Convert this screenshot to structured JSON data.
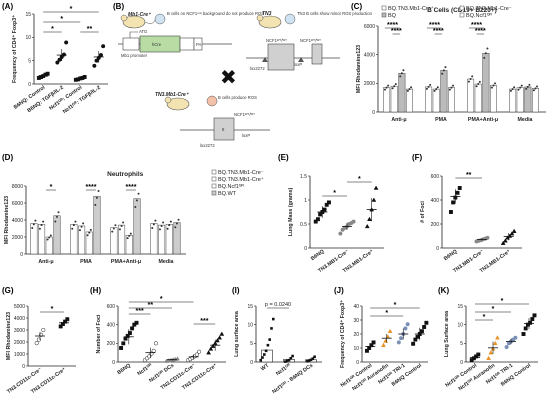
{
  "panel_labels": {
    "A": "(A)",
    "B": "(B)",
    "C": "(C)",
    "D": "(D)",
    "E": "(E)",
    "F": "(F)",
    "G": "(G)",
    "H": "(H)",
    "I": "(I)",
    "J": "(J)",
    "K": "(K)"
  },
  "colors": {
    "black": "#111111",
    "purple": "#6a3d9a",
    "orange": "#e6942a",
    "blue_gray": "#7a8fb5",
    "gray": "#8c8c8c",
    "gray_light": "#d8d8d8",
    "schematic_green": "#b8dca4"
  },
  "schematic": {
    "mouse1": "Mb1-Cre⁺",
    "mouse1_note": "B cells on NCF1ᵐ¹ʲ background do not produce ROS",
    "mouse2": "TN3",
    "mouse2_note": "TN3 B cells show minor ROS production",
    "mouse3": "TN3.Mb1-Cre⁺",
    "mouse3_note": "B cells produce ROS",
    "mb1_promoter": "Mb1 promoter",
    "atg": "ATG",
    "cre": "hCre",
    "ires": "IRES",
    "pa": "PA",
    "ncf1_label": "NCF1ᵂᵀ/ᵂᵀ",
    "ncf1_label2": "NCF1ᵂᵀ/ᵂᵀ",
    "lox1": "lox2272",
    "lox2": "loxP",
    "lox3": "lox2272",
    "lox4": "loxP",
    "exon": "8",
    "cross": "✖"
  },
  "chart_data": [
    {
      "id": "A",
      "type": "scatter",
      "ylabel": "Frequency of CD4⁺ Foxp3⁺",
      "ylim": [
        0,
        15
      ],
      "yticks": [
        0,
        5,
        10,
        15
      ],
      "categories": [
        "B6NQ: Control",
        "B6NQ: TGFβ/IL-2",
        "Ncf1ᴳᴿ: Control",
        "Ncf1ᴳᴿ: TGFβ/IL-2"
      ],
      "values": [
        [
          1.3,
          1.5,
          1.7,
          2.0,
          2.2
        ],
        [
          4.6,
          5.2,
          5.8,
          6.3,
          8.9
        ],
        [
          0.9,
          1.0,
          1.2,
          1.3,
          1.5
        ],
        [
          3.9,
          5.0,
          5.6,
          6.2,
          8.1
        ]
      ],
      "means": [
        1.7,
        6.2,
        1.2,
        5.8
      ],
      "significance": [
        "*",
        "*",
        "*",
        "**"
      ]
    },
    {
      "id": "C",
      "type": "bar",
      "title": "B Cells (CD19+ B220+)",
      "ylabel": "MFI Rhodamine123",
      "ylim": [
        0,
        6000
      ],
      "yticks": [
        0,
        2000,
        4000,
        6000
      ],
      "categories": [
        "Anti-μ",
        "PMA",
        "PMA+Anti-μ",
        "Media"
      ],
      "series": [
        {
          "name": "BQ.TN3.Mb1-Cre⁺",
          "values": [
            1700,
            1750,
            2300,
            1600
          ]
        },
        {
          "name": "BQ.TN3.Mb1-Cre⁻",
          "values": [
            1800,
            1600,
            1950,
            1700
          ]
        },
        {
          "name": "BQ",
          "values": [
            2700,
            2900,
            4100,
            1750
          ]
        },
        {
          "name": "BQ.Ncf1ᴳᴿ",
          "values": [
            1600,
            1700,
            1850,
            1650
          ]
        }
      ],
      "significance": [
        "****",
        "****",
        "****",
        "****",
        "****",
        "****"
      ]
    },
    {
      "id": "D",
      "type": "bar",
      "title": "Neutrophils",
      "ylabel": "MFI Rhodamine123",
      "ylim": [
        0,
        8000
      ],
      "yticks": [
        0,
        2000,
        4000,
        6000,
        8000
      ],
      "categories": [
        "Anti-μ",
        "PMA",
        "PMA+Anti-μ",
        "Media"
      ],
      "series": [
        {
          "name": "BQ.TN3.Mb1-Cre⁻",
          "values": [
            3600,
            3500,
            3100,
            3600
          ]
        },
        {
          "name": "BQ.TN3.Mb1-Cre⁺",
          "values": [
            3500,
            3300,
            3400,
            3400
          ]
        },
        {
          "name": "BQ.Ncf1ᴳᴿ",
          "values": [
            2000,
            2600,
            2200,
            3500
          ]
        },
        {
          "name": "BQ.WT",
          "values": [
            4500,
            6800,
            6500,
            3700
          ]
        }
      ],
      "significance": [
        "*",
        "****",
        "****"
      ]
    },
    {
      "id": "E",
      "type": "scatter",
      "ylabel": "Lung Mass (grams)",
      "ylim": [
        0.0,
        1.5
      ],
      "yticks": [
        0.0,
        0.5,
        1.0,
        1.5
      ],
      "categories": [
        "B6NQ",
        "TN3.MB1-Cre⁻",
        "TN3.MB1-Cre⁺"
      ],
      "values": [
        [
          0.55,
          0.6,
          0.7,
          0.75,
          0.8,
          0.9,
          0.95
        ],
        [
          0.3,
          0.38,
          0.42,
          0.45,
          0.5,
          0.52,
          0.55
        ],
        [
          0.45,
          0.6,
          0.8,
          1.0,
          1.25
        ]
      ],
      "means": [
        0.75,
        0.45,
        0.8
      ],
      "significance": [
        "*",
        "*"
      ]
    },
    {
      "id": "F",
      "type": "scatter",
      "ylabel": "# of Foci",
      "ylim": [
        0,
        600
      ],
      "yticks": [
        0,
        200,
        400,
        600
      ],
      "categories": [
        "B6NQ",
        "TN3.MB1-Cre⁻",
        "TN3.MB1-Cre⁺"
      ],
      "values": [
        [
          300,
          380,
          420,
          460,
          500
        ],
        [
          55,
          60,
          65,
          72,
          78,
          85
        ],
        [
          40,
          60,
          85,
          100,
          120,
          140
        ]
      ],
      "means": [
        430,
        70,
        95
      ],
      "significance": [
        "**"
      ]
    },
    {
      "id": "G",
      "type": "scatter",
      "ylabel": "MFI Rhodamine123",
      "ylim": [
        0,
        5000
      ],
      "yticks": [
        0,
        1000,
        2000,
        3000,
        4000,
        5000
      ],
      "categories": [
        "TN3.CD11c-Cre⁻",
        "TN3.CD11c-Cre⁺"
      ],
      "values": [
        [
          1900,
          2200,
          2600,
          3000
        ],
        [
          3300,
          3500,
          3700,
          3900
        ]
      ],
      "means": [
        2500,
        3600
      ],
      "significance": [
        "*"
      ]
    },
    {
      "id": "H",
      "type": "scatter",
      "ylabel": "Number of Foci",
      "ylim": [
        0,
        600
      ],
      "yticks": [
        0,
        200,
        400,
        600
      ],
      "categories": [
        "B6NQ",
        "Ncf1ᴳᴿ",
        "Ncf1ᴳᴿ DCs",
        "TN3.CD11c-Cre⁻",
        "TN3.CD11c-Cre⁺"
      ],
      "values": [
        [
          150,
          200,
          250,
          280,
          310,
          360,
          400,
          420
        ],
        [
          20,
          40,
          60,
          90,
          120,
          200
        ],
        [
          10,
          15,
          20,
          25,
          30,
          35
        ],
        [
          20,
          30,
          45,
          60,
          80,
          110
        ],
        [
          100,
          140,
          170,
          200,
          230,
          260,
          300
        ]
      ],
      "means": [
        270,
        100,
        25,
        55,
        180
      ],
      "significance": [
        "*",
        "**",
        "***",
        "***"
      ]
    },
    {
      "id": "I",
      "type": "bar",
      "ylabel": "Lung surface area",
      "ylim": [
        0,
        15
      ],
      "yticks": [
        0,
        5,
        10,
        15
      ],
      "categories": [
        "WT",
        "Ncf1ᴳᴿ",
        "Ncf1ᴳᴿ - B6NQ DCs"
      ],
      "values": [
        3.2,
        0.7,
        0.6
      ],
      "points": [
        [
          0.5,
          1.2,
          2.0,
          3.0,
          4.5,
          6.0,
          9.0,
          11.5
        ],
        [
          0.1,
          0.3,
          0.5,
          1.0,
          1.6
        ],
        [
          0.2,
          0.4,
          0.6,
          0.9,
          1.4
        ]
      ],
      "annotation": "p = 0.0240"
    },
    {
      "id": "J",
      "type": "scatter",
      "ylabel": "Frequency of CD4⁺ Foxp3⁺",
      "ylim": [
        0,
        40
      ],
      "yticks": [
        0,
        10,
        20,
        30,
        40
      ],
      "categories": [
        "Ncf1ᴳᴿ Control",
        "Ncf1ᴳᴿ Auranofin",
        "Ncf1ᴳᴿ TRI-1",
        "B6NQ Control"
      ],
      "values": [
        [
          8,
          10,
          12,
          14
        ],
        [
          12,
          15,
          18,
          22
        ],
        [
          14,
          17,
          20,
          24,
          27
        ],
        [
          13,
          16,
          18,
          20,
          22,
          25,
          28
        ]
      ],
      "means": [
        11,
        17,
        20,
        20
      ],
      "significance": [
        "*",
        "*"
      ]
    },
    {
      "id": "K",
      "type": "scatter",
      "ylabel": "Lung Surface area",
      "ylim": [
        0,
        15
      ],
      "yticks": [
        0,
        5,
        10,
        15
      ],
      "categories": [
        "Ncf1ᴳᴿ Control",
        "Ncf1ᴳᴿ Auranofin",
        "Ncf1ᴳᴿ TRI-1",
        "B6NQ Control"
      ],
      "values": [
        [
          0.5,
          1.0,
          1.5,
          2.0
        ],
        [
          1.0,
          2.5,
          3.5,
          5.0,
          6.5
        ],
        [
          4.0,
          5.0,
          5.5,
          6.0,
          6.5
        ],
        [
          7.5,
          9.0,
          10,
          10.5,
          11.5,
          12.5
        ]
      ],
      "means": [
        1.2,
        3.8,
        5.5,
        10.3
      ],
      "significance": [
        "*",
        "*",
        "*"
      ]
    }
  ]
}
